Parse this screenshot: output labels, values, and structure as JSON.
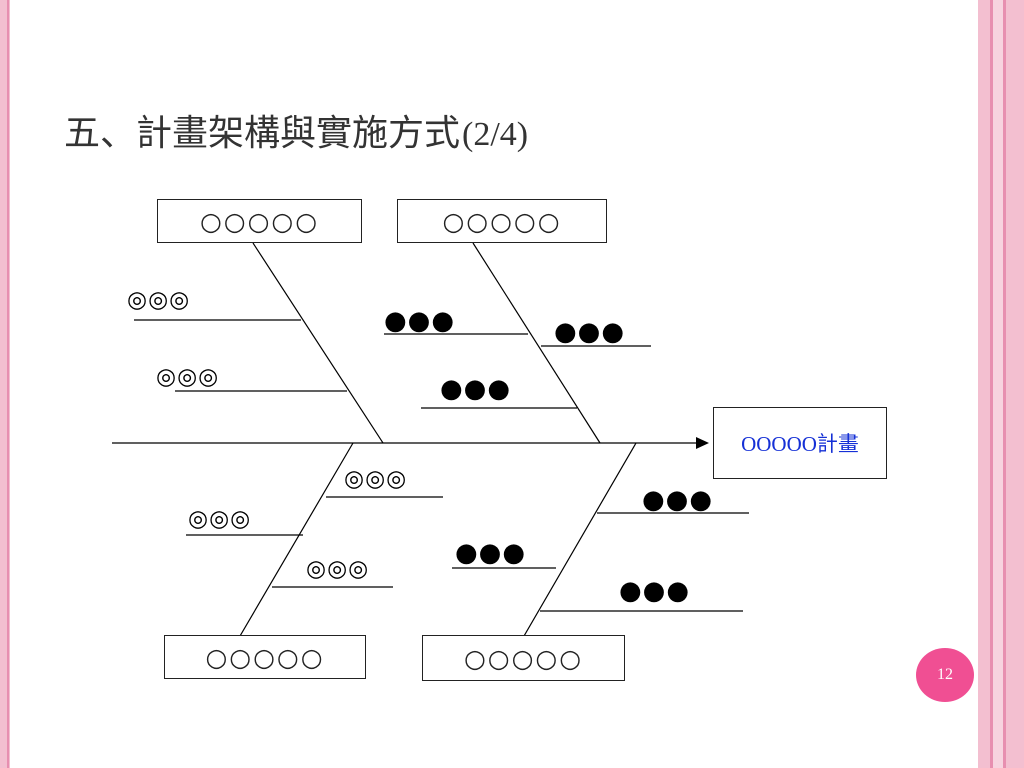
{
  "slide": {
    "title": "五、計畫架構與實施方式",
    "title_suffix": "(2/4)",
    "page_number": "12"
  },
  "diagram": {
    "cause_boxes": {
      "top_left": "○○○○○",
      "top_right": "○○○○○",
      "bottom_left": "○○○○○",
      "bottom_right": "○○○○○"
    },
    "result_box": "OOOOO計畫",
    "labels": {
      "upper_left_1": "◎◎◎",
      "upper_left_2": "◎◎◎",
      "upper_right_1": "●●●",
      "upper_right_2": "●●●",
      "upper_right_3": "●●●",
      "lower_left_1": "◎◎◎",
      "lower_left_2": "◎◎◎",
      "lower_left_3": "◎◎◎",
      "lower_right_1": "●●●",
      "lower_right_2": "●●●",
      "lower_right_3": "●●●"
    }
  },
  "colors": {
    "frame_pink": "#f3bfd0",
    "frame_pink_dark": "#e78fb0",
    "badge_pink": "#f04f93",
    "result_text_blue": "#1530d6"
  }
}
